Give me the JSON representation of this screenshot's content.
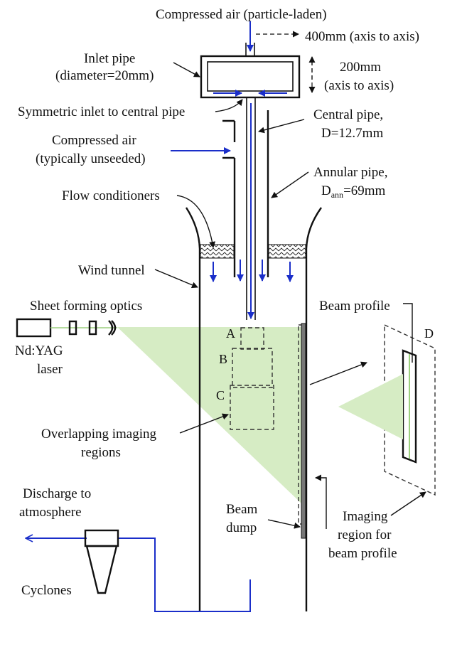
{
  "labels": {
    "compressed_air_laden": "Compressed air (particle-laden)",
    "spacing_h": "400mm (axis to axis)",
    "inlet_pipe_1": "Inlet pipe",
    "inlet_pipe_2": "(diameter=20mm)",
    "spacing_v_1": "200mm",
    "spacing_v_2": "(axis to axis)",
    "symmetric_inlet": "Symmetric inlet to central pipe",
    "central_pipe_1": "Central pipe,",
    "central_pipe_2": "D=12.7mm",
    "compressed_air_2_1": "Compressed air",
    "compressed_air_2_2": "(typically unseeded)",
    "annular_pipe_1": "Annular pipe,",
    "annular_pipe_2_pre": "D",
    "annular_pipe_2_sub": "ann",
    "annular_pipe_2_post": "=69mm",
    "flow_conditioners": "Flow conditioners",
    "wind_tunnel": "Wind tunnel",
    "sheet_optics": "Sheet forming optics",
    "laser_1": "Nd:YAG",
    "laser_2": "laser",
    "beam_profile": "Beam profile",
    "region_a": "A",
    "region_b": "B",
    "region_c": "C",
    "region_d": "D",
    "overlap_1": "Overlapping imaging",
    "overlap_2": "regions",
    "discharge_1": "Discharge to",
    "discharge_2": "atmosphere",
    "beam_dump_1": "Beam",
    "beam_dump_2": "dump",
    "imaging_region_1": "Imaging",
    "imaging_region_2": "region for",
    "imaging_region_3": "beam profile",
    "cyclones": "Cyclones"
  },
  "colors": {
    "flow_arrow": "#1a2ec9",
    "light_sheet": "#d6ecc4",
    "outline": "#111111"
  }
}
